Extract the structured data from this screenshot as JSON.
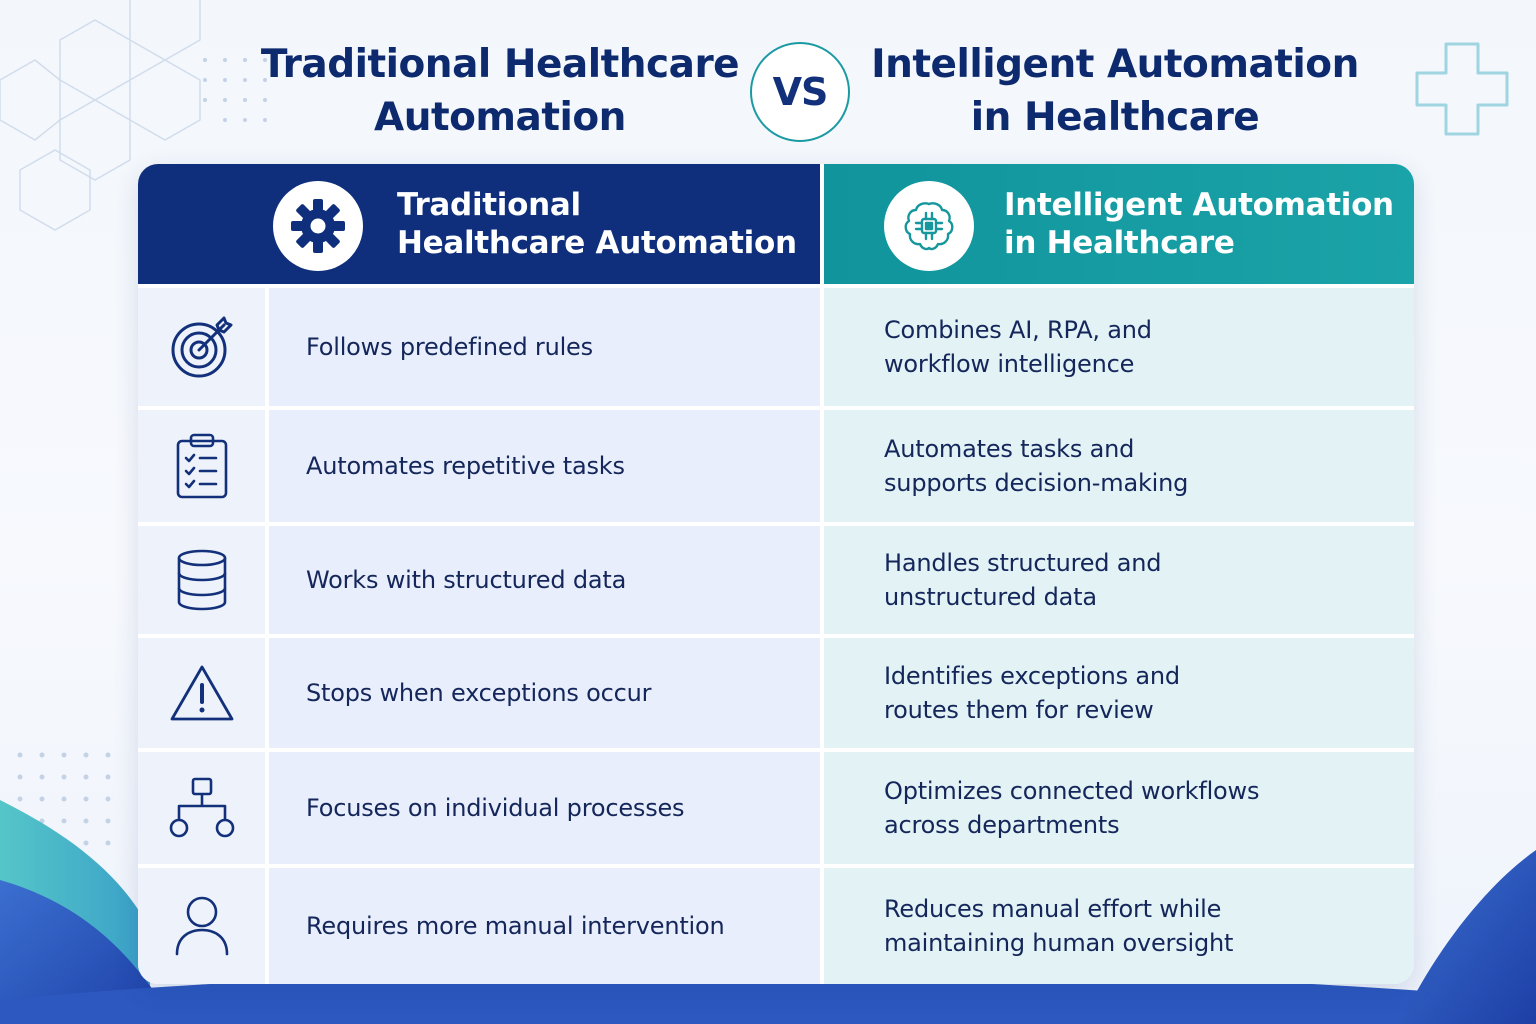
{
  "header": {
    "left_title": [
      "Traditional Healthcare",
      "Automation"
    ],
    "vs_label": "VS",
    "right_title": [
      "Intelligent Automation",
      "in Healthcare"
    ]
  },
  "table": {
    "left_header": [
      "Traditional",
      "Healthcare Automation"
    ],
    "left_header_icon": "gear-icon",
    "right_header": [
      "Intelligent Automation",
      "in Healthcare"
    ],
    "right_header_icon": "ai-brain-chip-icon",
    "rows": [
      {
        "icon": "target-icon",
        "traditional": "Follows predefined rules",
        "intelligent": [
          "Combines AI, RPA, and",
          "workflow intelligence"
        ]
      },
      {
        "icon": "clipboard-checklist-icon",
        "traditional": "Automates repetitive tasks",
        "intelligent": [
          "Automates tasks and",
          "supports decision-making"
        ]
      },
      {
        "icon": "database-icon",
        "traditional": "Works with structured data",
        "intelligent": [
          "Handles structured and",
          "unstructured data"
        ]
      },
      {
        "icon": "warning-triangle-icon",
        "traditional": "Stops when exceptions occur",
        "intelligent": [
          "Identifies exceptions and",
          "routes them for review"
        ]
      },
      {
        "icon": "hierarchy-icon",
        "traditional": "Focuses on individual processes",
        "intelligent": [
          "Optimizes connected workflows",
          "across departments"
        ]
      },
      {
        "icon": "person-icon",
        "traditional": "Requires more manual intervention",
        "intelligent": [
          "Reduces manual effort while",
          "maintaining human oversight"
        ]
      }
    ]
  },
  "colors": {
    "navy": "#0f2f7c",
    "teal": "#1aa3a8",
    "text_dark": "#14265a",
    "title": "#0e2a6e"
  }
}
